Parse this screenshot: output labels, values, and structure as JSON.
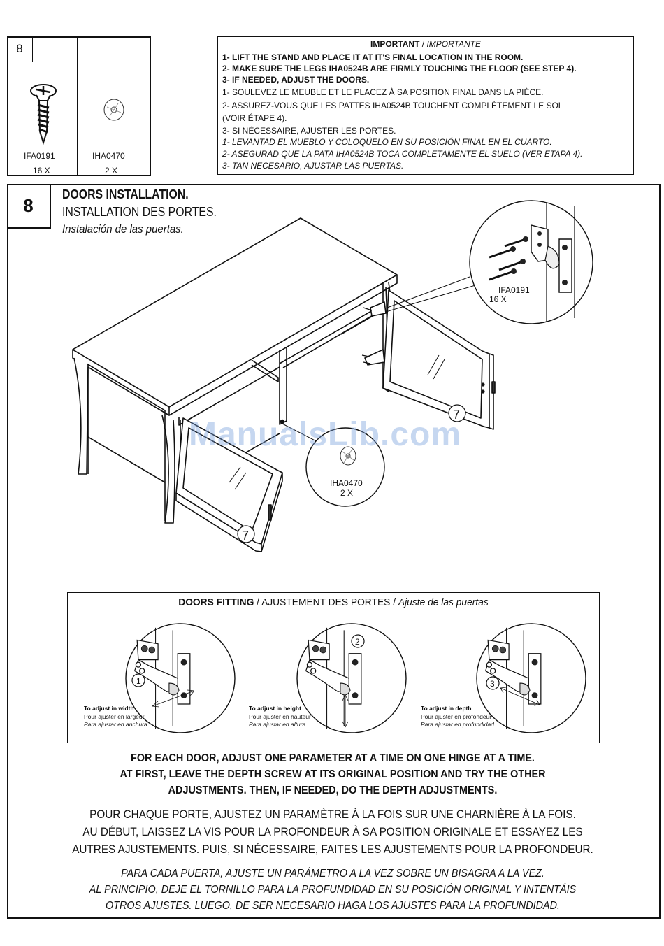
{
  "parts": {
    "step": "8",
    "items": [
      {
        "code": "IFA0191",
        "qty": "16 X",
        "icon": "screw-icon"
      },
      {
        "code": "IHA0470",
        "qty": "2 X",
        "icon": "washer-icon"
      }
    ]
  },
  "important": {
    "title_en": "IMPORTANT",
    "title_sep": " / ",
    "title_fr": "IMPORTANTE",
    "lines_en": [
      "1- LIFT THE STAND AND PLACE IT AT IT'S FINAL LOCATION IN THE ROOM.",
      "2- MAKE SURE THE LEGS IHA0524B ARE FIRMLY TOUCHING THE FLOOR (SEE STEP 4).",
      "3- IF NEEDED, ADJUST THE DOORS."
    ],
    "lines_fr": [
      "1- SOULEVEZ LE MEUBLE ET LE PLACEZ À SA POSITION FINAL DANS LA PIÈCE.",
      "2- ASSUREZ-VOUS QUE LES PATTES IHA0524B TOUCHENT COMPLÈTEMENT LE SOL",
      "(VOIR ÉTAPE 4).",
      "3- SI NÉCESSAIRE, AJUSTER LES PORTES."
    ],
    "lines_es": [
      "1- LEVANTAD EL MUEBLO Y COLOQÚELO EN SU POSICIÓN FINAL EN EL CUARTO.",
      "2- ASEGURAD QUE LA PATA IHA0524B TOCA COMPLETAMENTE EL SUELO (VER ETAPA 4).",
      "3- TAN NECESARIO, AJUSTAR LAS PUERTAS."
    ]
  },
  "step": {
    "number": "8",
    "title_en": "DOORS INSTALLATION.",
    "title_fr": "INSTALLATION DES PORTES.",
    "title_es": "Instalación de las puertas."
  },
  "illustration": {
    "callout_screw_code": "IFA0191",
    "callout_screw_qty": "16 X",
    "callout_washer_code": "IHA0470",
    "callout_washer_qty": "2 X",
    "door_label": "7"
  },
  "watermark": "ManualsLib.com",
  "fitting": {
    "title_en": "DOORS FITTING",
    "title_fr": "AJUSTEMENT DES PORTES",
    "title_es": "Ajuste de las puertas",
    "sep": " / ",
    "items": [
      {
        "num": "1",
        "en": "To adjust in width",
        "fr": "Pour ajuster en largeur",
        "es": "Para ajustar en anchura"
      },
      {
        "num": "2",
        "en": "To adjust in height",
        "fr": "Pour ajuster en hauteur",
        "es": "Para ajustar en altura"
      },
      {
        "num": "3",
        "en": "To adjust in depth",
        "fr": "Pour ajuster en profondeur",
        "es": "Para ajustar en profundidad"
      }
    ]
  },
  "instructions": {
    "en": [
      "FOR EACH DOOR, ADJUST ONE PARAMETER AT A TIME ON ONE HINGE AT A TIME.",
      "AT FIRST, LEAVE THE DEPTH SCREW AT ITS ORIGINAL POSITION AND TRY THE OTHER",
      "ADJUSTMENTS. THEN, IF NEEDED, DO THE DEPTH ADJUSTMENTS."
    ],
    "fr": [
      "POUR CHAQUE PORTE, AJUSTEZ UN PARAMÈTRE À LA FOIS SUR UNE CHARNIÈRE À LA FOIS.",
      "AU DÉBUT, LAISSEZ LA VIS POUR LA PROFONDEUR À SA POSITION ORIGINALE ET ESSAYEZ LES",
      "AUTRES AJUSTEMENTS. PUIS, SI NÉCESSAIRE, FAITES LES AJUSTEMENTS POUR LA PROFONDEUR."
    ],
    "es": [
      "PARA CADA PUERTA, AJUSTE UN PARÁMETRO A LA VEZ SOBRE UN BISAGRA A LA VEZ.",
      "AL PRINCIPIO, DEJE EL TORNILLO PARA LA PROFUNDIDAD EN SU POSICIÓN ORIGINAL Y INTENTÁIS",
      "OTROS AJUSTES. LUEGO, DE SER NECESARIO HAGA LOS AJUSTES PARA LA PROFUNDIDAD."
    ]
  }
}
